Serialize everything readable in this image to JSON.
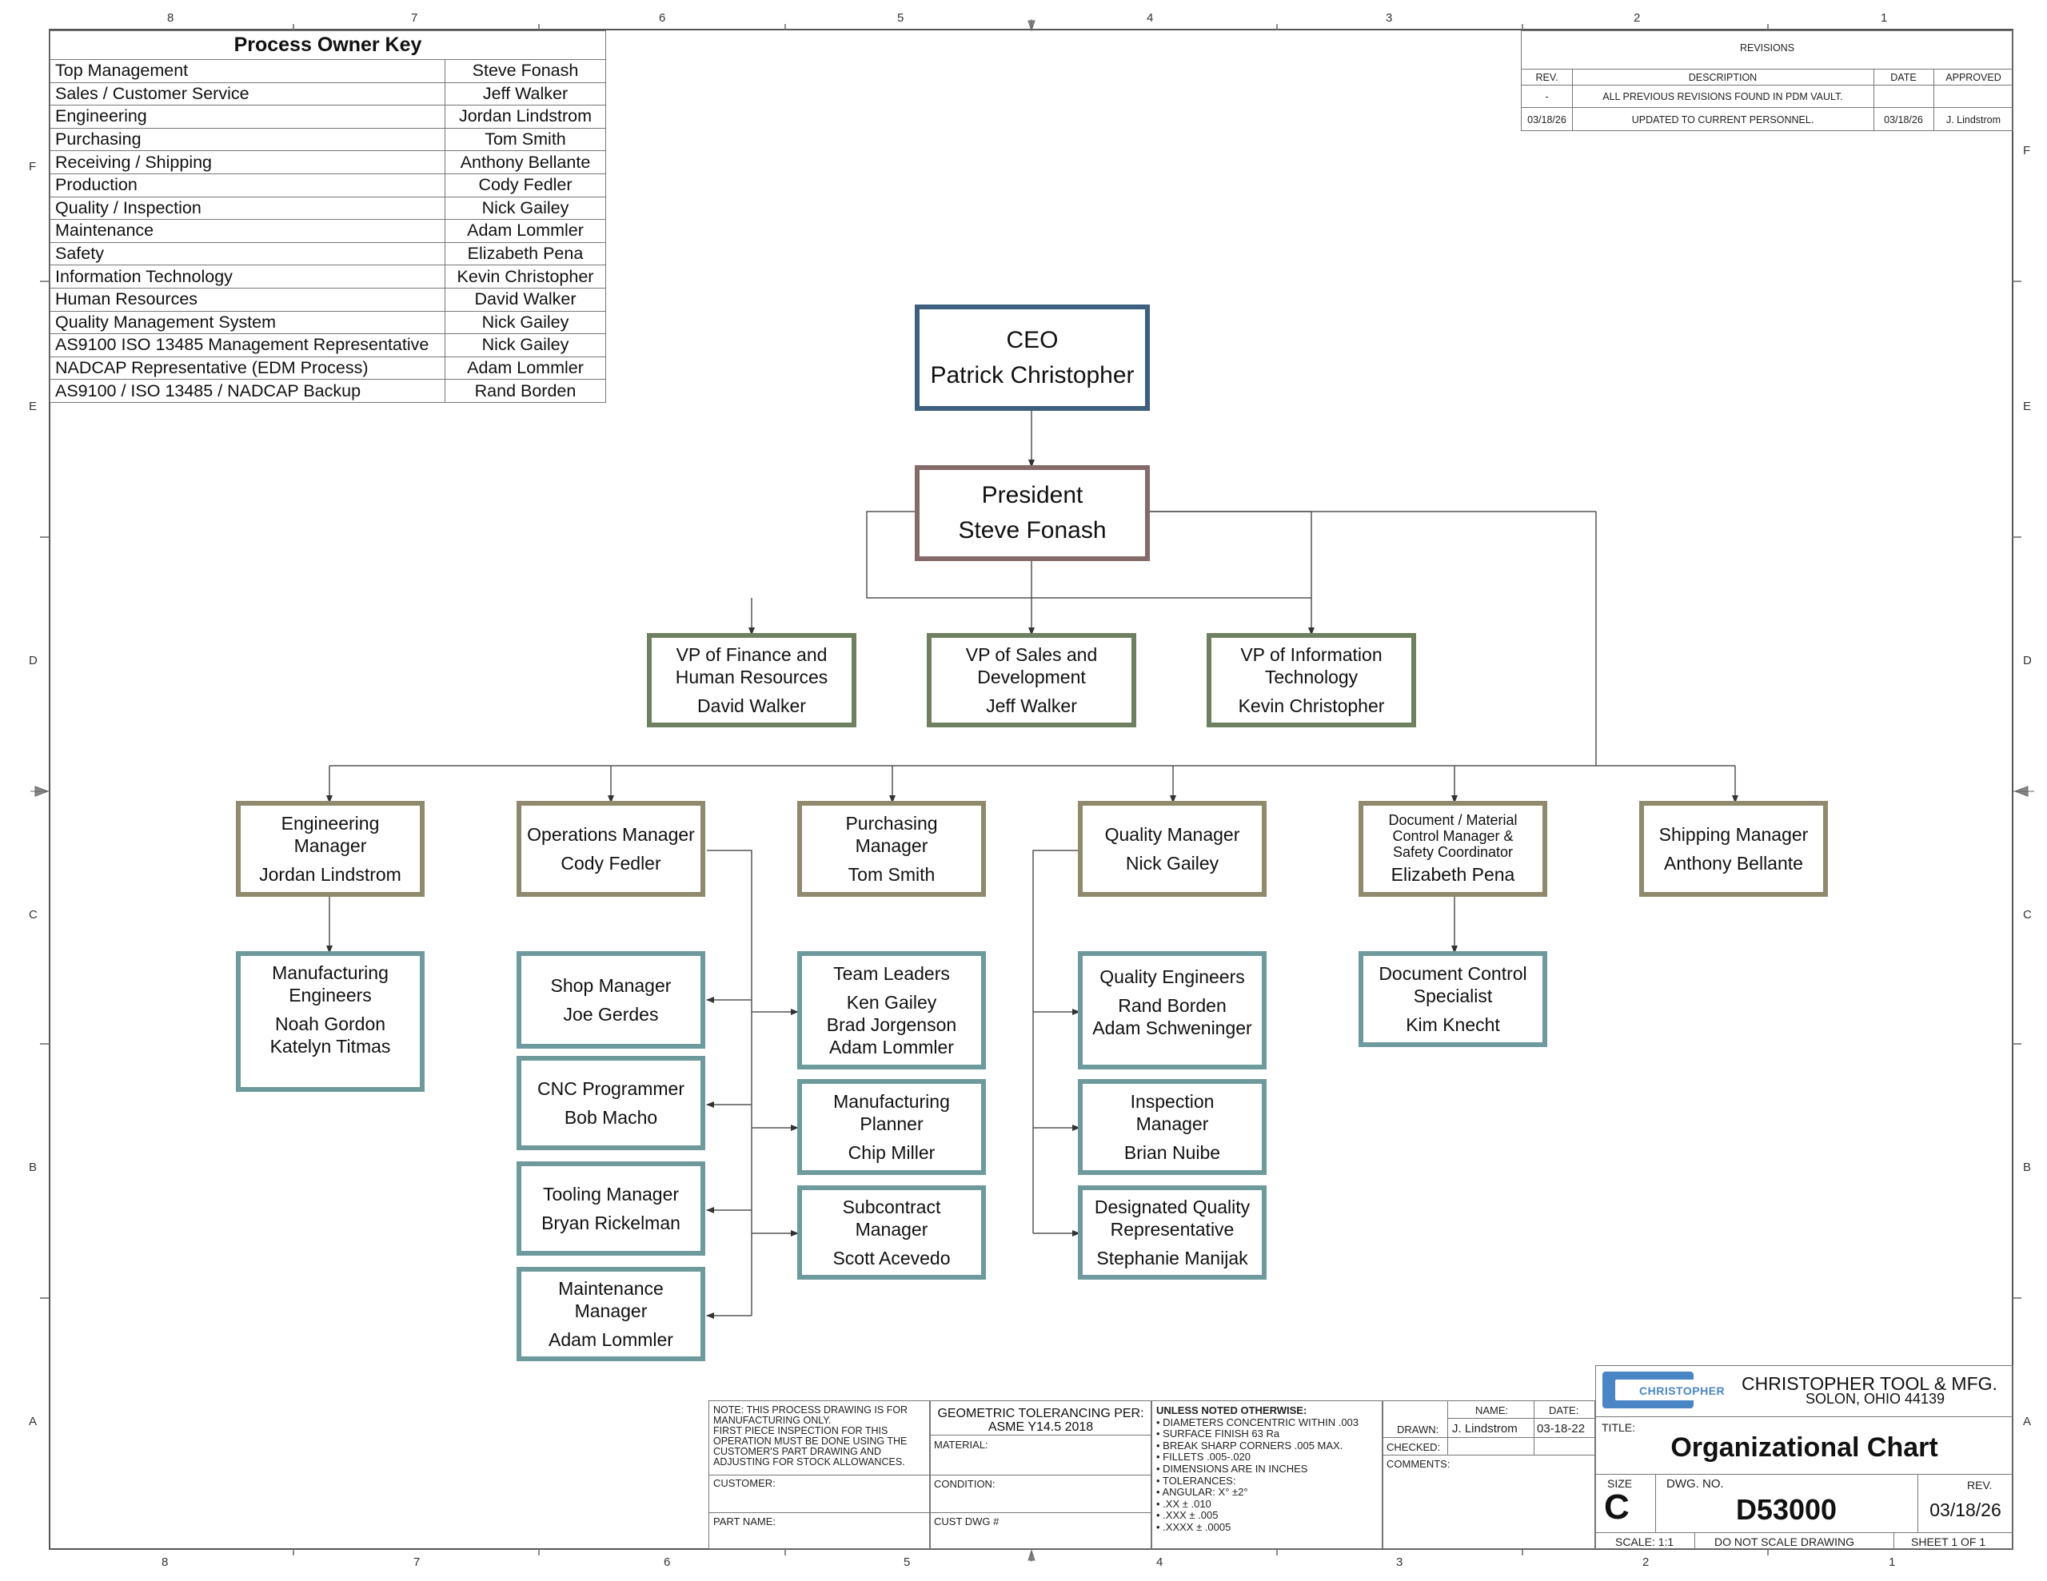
{
  "zones": {
    "top": [
      "8",
      "7",
      "6",
      "5",
      "4",
      "3",
      "2",
      "1"
    ],
    "bottom": [
      "8",
      "7",
      "6",
      "5",
      "4",
      "3",
      "2",
      "1"
    ],
    "left": [
      "F",
      "E",
      "D",
      "C",
      "B",
      "A"
    ],
    "right": [
      "F",
      "E",
      "D",
      "C",
      "B",
      "A"
    ]
  },
  "process_owner_key": {
    "title": "Process Owner Key",
    "rows": [
      {
        "process": "Top Management",
        "owner": "Steve Fonash"
      },
      {
        "process": "Sales / Customer Service",
        "owner": "Jeff Walker"
      },
      {
        "process": "Engineering",
        "owner": "Jordan Lindstrom"
      },
      {
        "process": "Purchasing",
        "owner": "Tom Smith"
      },
      {
        "process": "Receiving / Shipping",
        "owner": "Anthony Bellante"
      },
      {
        "process": "Production",
        "owner": "Cody Fedler"
      },
      {
        "process": "Quality / Inspection",
        "owner": "Nick Gailey"
      },
      {
        "process": "Maintenance",
        "owner": "Adam Lommler"
      },
      {
        "process": "Safety",
        "owner": "Elizabeth Pena"
      },
      {
        "process": "Information Technology",
        "owner": "Kevin Christopher"
      },
      {
        "process": "Human Resources",
        "owner": "David Walker"
      },
      {
        "process": "Quality Management System",
        "owner": "Nick Gailey"
      },
      {
        "process": "AS9100 ISO 13485 Management Representative",
        "owner": "Nick Gailey"
      },
      {
        "process": "NADCAP Representative (EDM Process)",
        "owner": "Adam Lommler"
      },
      {
        "process": "AS9100 / ISO 13485 / NADCAP Backup",
        "owner": "Rand Borden"
      }
    ]
  },
  "revisions": {
    "title": "REVISIONS",
    "headers": [
      "REV.",
      "DESCRIPTION",
      "DATE",
      "APPROVED"
    ],
    "rows": [
      {
        "rev": "-",
        "description": "ALL PREVIOUS REVISIONS FOUND IN PDM VAULT.",
        "date": "",
        "approved": ""
      },
      {
        "rev": "03/18/26",
        "description": "UPDATED TO CURRENT PERSONNEL.",
        "date": "03/18/26",
        "approved": "J. Lindstrom"
      }
    ]
  },
  "org": {
    "ceo": {
      "title": "CEO",
      "name": "Patrick Christopher"
    },
    "president": {
      "title": "President",
      "name": "Steve Fonash"
    },
    "vp_finance": {
      "title1": "VP of Finance and",
      "title2": "Human Resources",
      "name": "David Walker"
    },
    "vp_sales": {
      "title1": "VP of Sales and",
      "title2": "Development",
      "name": "Jeff Walker"
    },
    "vp_it": {
      "title1": "VP of Information",
      "title2": "Technology",
      "name": "Kevin Christopher"
    },
    "eng_mgr": {
      "title1": "Engineering",
      "title2": "Manager",
      "name": "Jordan Lindstrom"
    },
    "ops_mgr": {
      "title": "Operations Manager",
      "name": "Cody Fedler"
    },
    "purch_mgr": {
      "title1": "Purchasing",
      "title2": "Manager",
      "name": "Tom Smith"
    },
    "quality_mgr": {
      "title": "Quality Manager",
      "name": "Nick Gailey"
    },
    "doc_mgr": {
      "title1": "Document / Material",
      "title2": "Control Manager &",
      "title3": "Safety Coordinator",
      "name": "Elizabeth Pena"
    },
    "ship_mgr": {
      "title": "Shipping Manager",
      "name": "Anthony Bellante"
    },
    "mfg_eng": {
      "title1": "Manufacturing",
      "title2": "Engineers",
      "name1": "Noah Gordon",
      "name2": "Katelyn Titmas"
    },
    "shop_mgr": {
      "title": "Shop Manager",
      "name": "Joe Gerdes"
    },
    "cnc": {
      "title": "CNC Programmer",
      "name": "Bob Macho"
    },
    "tooling": {
      "title": "Tooling Manager",
      "name": "Bryan Rickelman"
    },
    "maint": {
      "title1": "Maintenance",
      "title2": "Manager",
      "name": "Adam Lommler"
    },
    "team_leaders": {
      "title": "Team Leaders",
      "name1": "Ken Gailey",
      "name2": "Brad Jorgenson",
      "name3": "Adam Lommler"
    },
    "mfg_planner": {
      "title1": "Manufacturing",
      "title2": "Planner",
      "name": "Chip Miller"
    },
    "subcontract": {
      "title1": "Subcontract",
      "title2": "Manager",
      "name": "Scott Acevedo"
    },
    "quality_eng": {
      "title": "Quality Engineers",
      "name1": "Rand Borden",
      "name2": "Adam Schweninger"
    },
    "inspection": {
      "title1": "Inspection",
      "title2": "Manager",
      "name": "Brian Nuibe"
    },
    "dqr": {
      "title1": "Designated Quality",
      "title2": "Representative",
      "name": "Stephanie Manijak"
    },
    "doc_control": {
      "title1": "Document Control",
      "title2": "Specialist",
      "name": "Kim Knecht"
    }
  },
  "title_block": {
    "note": [
      "NOTE: THIS PROCESS DRAWING IS FOR",
      "MANUFACTURING ONLY.",
      "FIRST PIECE INSPECTION FOR THIS",
      "OPERATION MUST BE DONE USING THE",
      "CUSTOMER'S PART DRAWING AND",
      "ADJUSTING FOR STOCK ALLOWANCES."
    ],
    "customer_label": "CUSTOMER:",
    "part_name_label": "PART NAME:",
    "gdt": [
      "GEOMETRIC TOLERANCING PER:",
      "ASME Y14.5 2018"
    ],
    "material_label": "MATERIAL:",
    "condition_label": "CONDITION:",
    "cust_dwg_label": "CUST DWG #",
    "unless_title": "UNLESS NOTED OTHERWISE:",
    "unless_items": [
      "• DIAMETERS CONCENTRIC WITHIN .003",
      "• SURFACE FINISH 63 Ra",
      "• BREAK SHARP CORNERS .005 MAX.",
      "• FILLETS .005-.020",
      "• DIMENSIONS ARE IN INCHES",
      "• TOLERANCES:",
      "• ANGULAR: X° ±2°",
      "• .XX ± .010",
      "• .XXX ± .005",
      "• .XXXX ± .0005"
    ],
    "name_label": "NAME:",
    "date_label": "DATE:",
    "drawn_label": "DRAWN:",
    "drawn_name": "J. Lindstrom",
    "drawn_date": "03-18-22",
    "checked_label": "CHECKED:",
    "comments_label": "COMMENTS:",
    "logo_text": "CHRISTOPHER",
    "company": "CHRISTOPHER TOOL & MFG.",
    "address": "SOLON, OHIO 44139",
    "title_label": "TITLE:",
    "title": "Organizational Chart",
    "size_label": "SIZE",
    "size": "C",
    "dwg_no_label": "DWG.  NO.",
    "dwg_no": "D53000",
    "rev_label": "REV.",
    "rev": "03/18/26",
    "scale": "SCALE: 1:1",
    "do_not_scale": "DO NOT SCALE DRAWING",
    "sheet": "SHEET 1 OF 1"
  },
  "colors": {
    "ceo": "#3e5f7e",
    "president": "#866a6a",
    "vp": "#6f8060",
    "manager": "#8f896d",
    "staff": "#6e9a9e",
    "logo": "#4a86c5"
  }
}
